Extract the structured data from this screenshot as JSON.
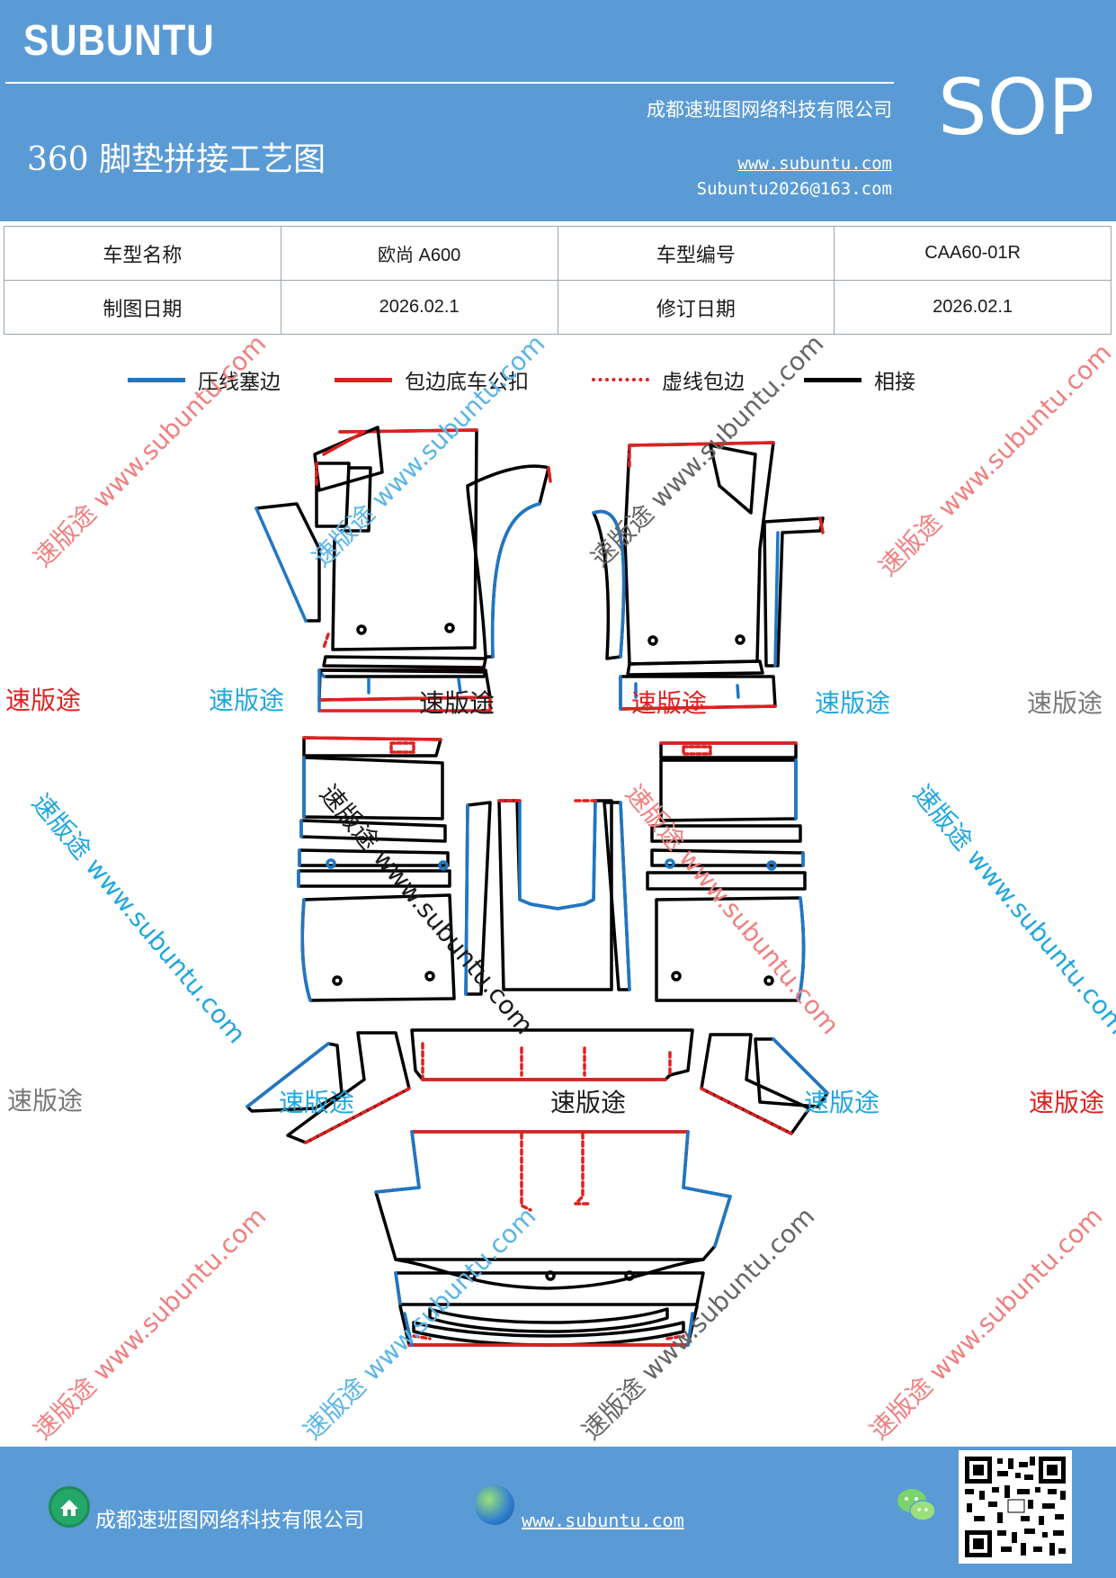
{
  "header": {
    "brand": "SUBUNTU",
    "title": "360 脚垫拼接工艺图",
    "company": "成都速班图网络科技有限公司",
    "website": "www.subuntu.com",
    "email": "Subuntu2026@163.com",
    "doc_code": "SOP",
    "bg_color": "#5b9bd5"
  },
  "info_table": {
    "rows": [
      [
        "车型名称",
        "欧尚 A600",
        "车型编号",
        "CAA60-01R"
      ],
      [
        "制图日期",
        "2026.02.1",
        "修订日期",
        "2026.02.1"
      ]
    ]
  },
  "legend": [
    {
      "label": "压线塞边",
      "color": "#1f77c4",
      "style": "solid"
    },
    {
      "label": "包边底车公扣",
      "color": "#e02020",
      "style": "solid"
    },
    {
      "label": "虚线包边",
      "color": "#e02020",
      "style": "dashed"
    },
    {
      "label": "相接",
      "color": "#000000",
      "style": "solid"
    }
  ],
  "watermarks": {
    "brand_cn": "速版途",
    "url": "www.subuntu.com"
  },
  "footer": {
    "company": "成都速班图网络科技有限公司",
    "website": "www.subuntu.com",
    "icons": [
      "building-icon",
      "globe-icon",
      "wechat-icon",
      "qr-code"
    ]
  }
}
